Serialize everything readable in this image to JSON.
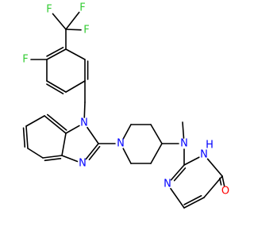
{
  "molecule": {
    "colors": {
      "bond": "#000000",
      "F": "#33cc33",
      "N": "#0000ff",
      "O": "#ff0000"
    },
    "atom_labels": [
      {
        "id": "f1",
        "name": "fluorine-atom-label",
        "text": "F",
        "element": "F"
      },
      {
        "id": "f2",
        "name": "fluorine-atom-label",
        "text": "F",
        "element": "F"
      },
      {
        "id": "f3",
        "name": "fluorine-atom-label",
        "text": "F",
        "element": "F"
      },
      {
        "id": "f4",
        "name": "fluorine-atom-label",
        "text": "F",
        "element": "F"
      },
      {
        "id": "n1",
        "name": "nitrogen-atom-label",
        "text": "N",
        "element": "N"
      },
      {
        "id": "n2",
        "name": "nitrogen-atom-label",
        "text": "N",
        "element": "N"
      },
      {
        "id": "n3",
        "name": "nitrogen-atom-label",
        "text": "N",
        "element": "N"
      },
      {
        "id": "n4",
        "name": "nitrogen-atom-label",
        "text": "N",
        "element": "N"
      },
      {
        "id": "nh",
        "name": "nh-group-label",
        "text": "N",
        "element": "N"
      },
      {
        "id": "hh",
        "name": "hydrogen-atom-label",
        "text": "H",
        "element": "N"
      },
      {
        "id": "n5",
        "name": "nitrogen-atom-label",
        "text": "N",
        "element": "N"
      },
      {
        "id": "o1",
        "name": "oxygen-atom-label",
        "text": "O",
        "element": "O"
      }
    ]
  }
}
